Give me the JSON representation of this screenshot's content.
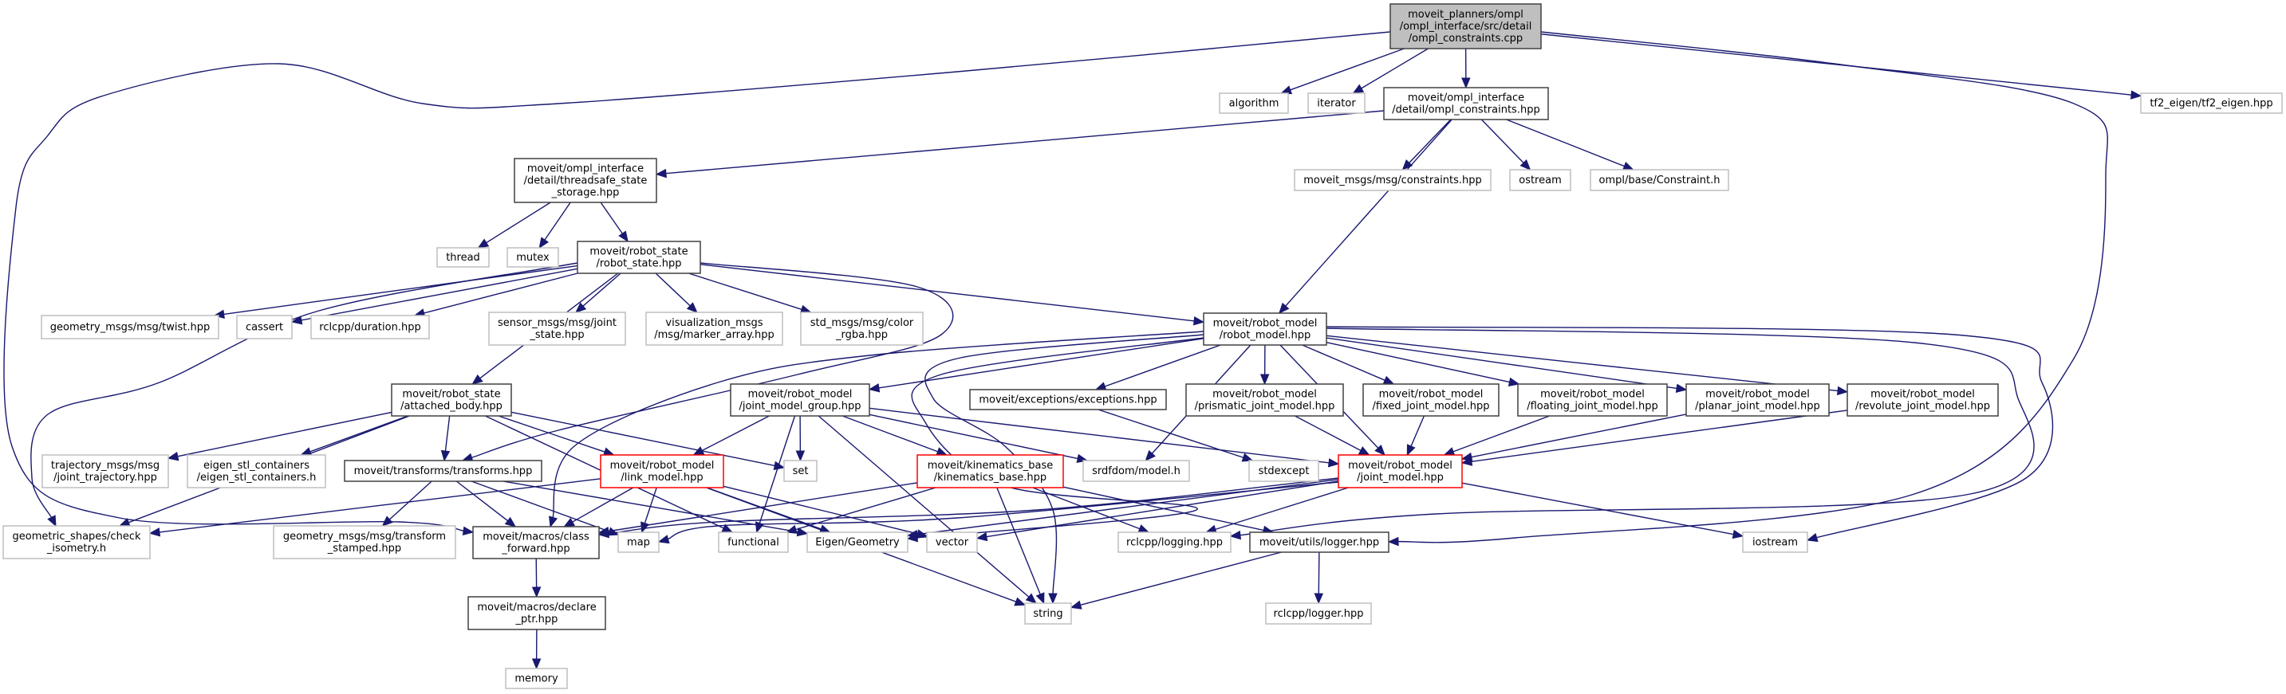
{
  "title": "Include dependency graph for ompl_constraints.cpp",
  "colors": {
    "edge": "#191970",
    "root_fill": "#bfbfbf",
    "local_border": "#404040",
    "system_border": "#bfbfbf",
    "incomplete_border": "#ff0000"
  },
  "nodes": [
    {
      "id": "cpp",
      "kind": "root",
      "lines": [
        "moveit_planners/ompl",
        "/ompl_interface/src/detail",
        "/ompl_constraints.cpp"
      ]
    },
    {
      "id": "algorithm",
      "kind": "system",
      "lines": [
        "algorithm"
      ]
    },
    {
      "id": "iterator",
      "kind": "system",
      "lines": [
        "iterator"
      ]
    },
    {
      "id": "ompl_constraints_hpp",
      "kind": "local",
      "lines": [
        "moveit/ompl_interface",
        "/detail/ompl_constraints.hpp"
      ]
    },
    {
      "id": "tf2_eigen",
      "kind": "system",
      "lines": [
        "tf2_eigen/tf2_eigen.hpp"
      ]
    },
    {
      "id": "threadsafe",
      "kind": "local",
      "lines": [
        "moveit/ompl_interface",
        "/detail/threadsafe_state",
        "_storage.hpp"
      ]
    },
    {
      "id": "msgs_constraints",
      "kind": "system",
      "lines": [
        "moveit_msgs/msg/constraints.hpp"
      ]
    },
    {
      "id": "ostream",
      "kind": "system",
      "lines": [
        "ostream"
      ]
    },
    {
      "id": "ompl_constraint_h",
      "kind": "system",
      "lines": [
        "ompl/base/Constraint.h"
      ]
    },
    {
      "id": "thread",
      "kind": "system",
      "lines": [
        "thread"
      ]
    },
    {
      "id": "mutex",
      "kind": "system",
      "lines": [
        "mutex"
      ]
    },
    {
      "id": "robot_state",
      "kind": "local",
      "lines": [
        "moveit/robot_state",
        "/robot_state.hpp"
      ]
    },
    {
      "id": "twist",
      "kind": "system",
      "lines": [
        "geometry_msgs/msg/twist.hpp"
      ]
    },
    {
      "id": "cassert",
      "kind": "system",
      "lines": [
        "cassert"
      ]
    },
    {
      "id": "duration",
      "kind": "system",
      "lines": [
        "rclcpp/duration.hpp"
      ]
    },
    {
      "id": "joint_state",
      "kind": "system",
      "lines": [
        "sensor_msgs/msg/joint",
        "_state.hpp"
      ]
    },
    {
      "id": "marker_array",
      "kind": "system",
      "lines": [
        "visualization_msgs",
        "/msg/marker_array.hpp"
      ]
    },
    {
      "id": "color_rgba",
      "kind": "system",
      "lines": [
        "std_msgs/msg/color",
        "_rgba.hpp"
      ]
    },
    {
      "id": "robot_model",
      "kind": "local",
      "lines": [
        "moveit/robot_model",
        "/robot_model.hpp"
      ]
    },
    {
      "id": "attached_body",
      "kind": "local",
      "lines": [
        "moveit/robot_state",
        "/attached_body.hpp"
      ]
    },
    {
      "id": "joint_model_group",
      "kind": "local",
      "lines": [
        "moveit/robot_model",
        "/joint_model_group.hpp"
      ]
    },
    {
      "id": "exceptions",
      "kind": "local",
      "lines": [
        "moveit/exceptions/exceptions.hpp"
      ]
    },
    {
      "id": "prismatic",
      "kind": "local",
      "lines": [
        "moveit/robot_model",
        "/prismatic_joint_model.hpp"
      ]
    },
    {
      "id": "fixed",
      "kind": "local",
      "lines": [
        "moveit/robot_model",
        "/fixed_joint_model.hpp"
      ]
    },
    {
      "id": "floating",
      "kind": "local",
      "lines": [
        "moveit/robot_model",
        "/floating_joint_model.hpp"
      ]
    },
    {
      "id": "planar",
      "kind": "local",
      "lines": [
        "moveit/robot_model",
        "/planar_joint_model.hpp"
      ]
    },
    {
      "id": "revolute",
      "kind": "local",
      "lines": [
        "moveit/robot_model",
        "/revolute_joint_model.hpp"
      ]
    },
    {
      "id": "joint_trajectory",
      "kind": "system",
      "lines": [
        "trajectory_msgs/msg",
        "/joint_trajectory.hpp"
      ]
    },
    {
      "id": "eigen_stl",
      "kind": "system",
      "lines": [
        "eigen_stl_containers",
        "/eigen_stl_containers.h"
      ]
    },
    {
      "id": "transforms",
      "kind": "local",
      "lines": [
        "moveit/transforms/transforms.hpp"
      ]
    },
    {
      "id": "link_model",
      "kind": "red",
      "lines": [
        "moveit/robot_model",
        "/link_model.hpp"
      ]
    },
    {
      "id": "set",
      "kind": "system",
      "lines": [
        "set"
      ]
    },
    {
      "id": "kinematics_base",
      "kind": "red",
      "lines": [
        "moveit/kinematics_base",
        "/kinematics_base.hpp"
      ]
    },
    {
      "id": "srdfdom",
      "kind": "system",
      "lines": [
        "srdfdom/model.h"
      ]
    },
    {
      "id": "stdexcept",
      "kind": "system",
      "lines": [
        "stdexcept"
      ]
    },
    {
      "id": "joint_model",
      "kind": "red",
      "lines": [
        "moveit/robot_model",
        "/joint_model.hpp"
      ]
    },
    {
      "id": "check_isometry",
      "kind": "system",
      "lines": [
        "geometric_shapes/check",
        "_isometry.h"
      ]
    },
    {
      "id": "transform_stamped",
      "kind": "system",
      "lines": [
        "geometry_msgs/msg/transform",
        "_stamped.hpp"
      ]
    },
    {
      "id": "class_forward",
      "kind": "local",
      "lines": [
        "moveit/macros/class",
        "_forward.hpp"
      ]
    },
    {
      "id": "map",
      "kind": "system",
      "lines": [
        "map"
      ]
    },
    {
      "id": "functional",
      "kind": "system",
      "lines": [
        "functional"
      ]
    },
    {
      "id": "eigen_geometry",
      "kind": "system",
      "lines": [
        "Eigen/Geometry"
      ]
    },
    {
      "id": "vector",
      "kind": "system",
      "lines": [
        "vector"
      ]
    },
    {
      "id": "rclcpp_logging",
      "kind": "system",
      "lines": [
        "rclcpp/logging.hpp"
      ]
    },
    {
      "id": "utils_logger",
      "kind": "local",
      "lines": [
        "moveit/utils/logger.hpp"
      ]
    },
    {
      "id": "iostream",
      "kind": "system",
      "lines": [
        "iostream"
      ]
    },
    {
      "id": "declare_ptr",
      "kind": "local",
      "lines": [
        "moveit/macros/declare",
        "_ptr.hpp"
      ]
    },
    {
      "id": "string",
      "kind": "system",
      "lines": [
        "string"
      ]
    },
    {
      "id": "rclcpp_logger",
      "kind": "system",
      "lines": [
        "rclcpp/logger.hpp"
      ]
    },
    {
      "id": "memory",
      "kind": "system",
      "lines": [
        "memory"
      ]
    }
  ],
  "edges": [
    [
      "cpp",
      "algorithm"
    ],
    [
      "cpp",
      "iterator"
    ],
    [
      "cpp",
      "ompl_constraints_hpp"
    ],
    [
      "cpp",
      "tf2_eigen"
    ],
    [
      "cpp",
      "class_forward"
    ],
    [
      "cpp",
      "utils_logger"
    ],
    [
      "ompl_constraints_hpp",
      "threadsafe"
    ],
    [
      "ompl_constraints_hpp",
      "msgs_constraints"
    ],
    [
      "ompl_constraints_hpp",
      "ostream"
    ],
    [
      "ompl_constraints_hpp",
      "ompl_constraint_h"
    ],
    [
      "ompl_constraints_hpp",
      "robot_model"
    ],
    [
      "threadsafe",
      "thread"
    ],
    [
      "threadsafe",
      "mutex"
    ],
    [
      "threadsafe",
      "robot_state"
    ],
    [
      "robot_state",
      "twist"
    ],
    [
      "robot_state",
      "cassert"
    ],
    [
      "robot_state",
      "duration"
    ],
    [
      "robot_state",
      "joint_state"
    ],
    [
      "robot_state",
      "marker_array"
    ],
    [
      "robot_state",
      "color_rgba"
    ],
    [
      "robot_state",
      "robot_model"
    ],
    [
      "robot_state",
      "attached_body"
    ],
    [
      "robot_state",
      "transforms"
    ],
    [
      "robot_state",
      "check_isometry"
    ],
    [
      "robot_model",
      "joint_model_group"
    ],
    [
      "robot_model",
      "exceptions"
    ],
    [
      "robot_model",
      "prismatic"
    ],
    [
      "robot_model",
      "fixed"
    ],
    [
      "robot_model",
      "floating"
    ],
    [
      "robot_model",
      "planar"
    ],
    [
      "robot_model",
      "revolute"
    ],
    [
      "robot_model",
      "srdfdom"
    ],
    [
      "robot_model",
      "joint_model"
    ],
    [
      "robot_model",
      "class_forward"
    ],
    [
      "robot_model",
      "iostream"
    ],
    [
      "robot_model",
      "rclcpp_logging"
    ],
    [
      "robot_model",
      "string"
    ],
    [
      "robot_model",
      "eigen_geometry"
    ],
    [
      "attached_body",
      "joint_trajectory"
    ],
    [
      "attached_body",
      "eigen_stl"
    ],
    [
      "attached_body",
      "transforms"
    ],
    [
      "attached_body",
      "link_model"
    ],
    [
      "attached_body",
      "set"
    ],
    [
      "attached_body",
      "functional"
    ],
    [
      "attached_body",
      "check_isometry"
    ],
    [
      "joint_model_group",
      "link_model"
    ],
    [
      "joint_model_group",
      "set"
    ],
    [
      "joint_model_group",
      "kinematics_base"
    ],
    [
      "joint_model_group",
      "srdfdom"
    ],
    [
      "joint_model_group",
      "functional"
    ],
    [
      "joint_model_group",
      "string"
    ],
    [
      "joint_model_group",
      "joint_model"
    ],
    [
      "exceptions",
      "stdexcept"
    ],
    [
      "prismatic",
      "joint_model"
    ],
    [
      "fixed",
      "joint_model"
    ],
    [
      "floating",
      "joint_model"
    ],
    [
      "planar",
      "joint_model"
    ],
    [
      "revolute",
      "joint_model"
    ],
    [
      "transforms",
      "transform_stamped"
    ],
    [
      "transforms",
      "class_forward"
    ],
    [
      "transforms",
      "map"
    ],
    [
      "transforms",
      "eigen_geometry"
    ],
    [
      "link_model",
      "check_isometry"
    ],
    [
      "link_model",
      "class_forward"
    ],
    [
      "link_model",
      "map"
    ],
    [
      "link_model",
      "eigen_geometry"
    ],
    [
      "link_model",
      "vector"
    ],
    [
      "link_model",
      "string"
    ],
    [
      "kinematics_base",
      "class_forward"
    ],
    [
      "kinematics_base",
      "functional"
    ],
    [
      "kinematics_base",
      "string"
    ],
    [
      "kinematics_base",
      "rclcpp_logging"
    ],
    [
      "kinematics_base",
      "utils_logger"
    ],
    [
      "joint_model",
      "class_forward"
    ],
    [
      "joint_model",
      "map"
    ],
    [
      "joint_model",
      "vector"
    ],
    [
      "joint_model",
      "eigen_geometry"
    ],
    [
      "joint_model",
      "iostream"
    ],
    [
      "joint_model",
      "rclcpp_logging"
    ],
    [
      "class_forward",
      "declare_ptr"
    ],
    [
      "declare_ptr",
      "memory"
    ],
    [
      "utils_logger",
      "string"
    ],
    [
      "utils_logger",
      "rclcpp_logger"
    ]
  ]
}
